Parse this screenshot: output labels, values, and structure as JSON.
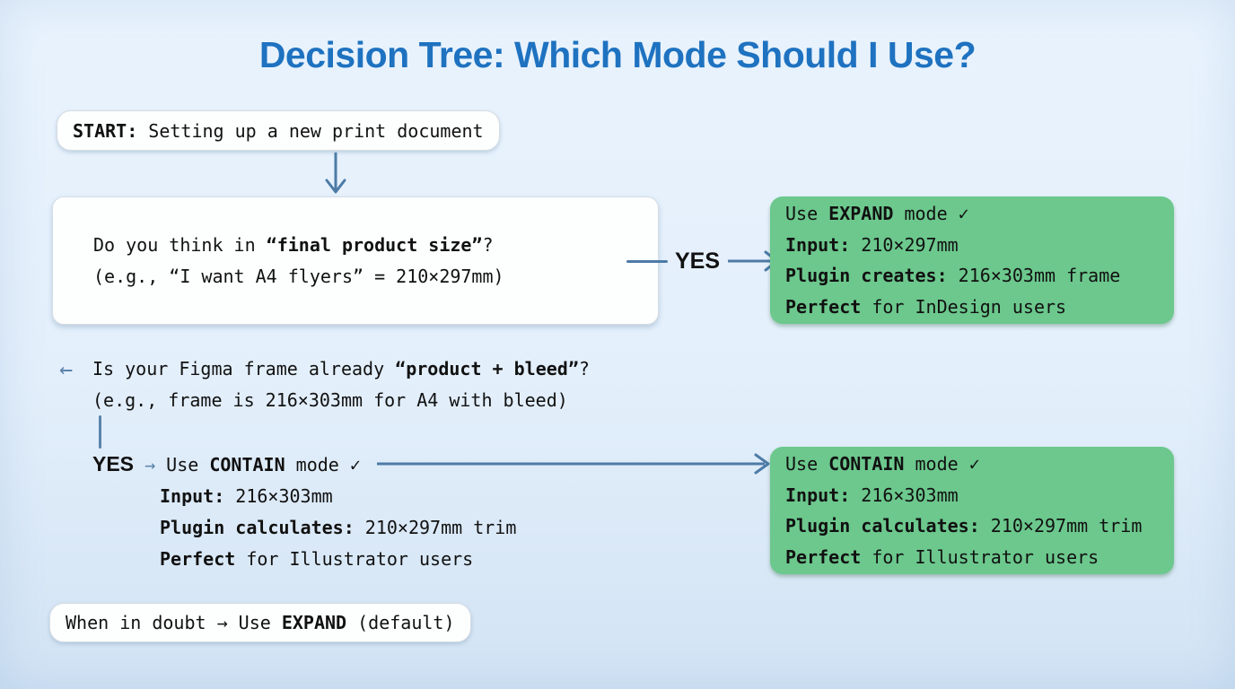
{
  "title": "Decision Tree: Which Mode Should I Use?",
  "colors": {
    "title_blue": "#1e72c0",
    "arrow_blue": "#4d7ba6",
    "result_green": "#6cc88d",
    "background_blue": "#e3effb"
  },
  "icons": {
    "left_arrow": "←",
    "right_arrow": "→",
    "check": "✓"
  },
  "start_box": {
    "label": "START:",
    "text": " Setting up a new print document"
  },
  "question_box": {
    "line1": {
      "pre": "Do you think in ",
      "bold": "“final product size”",
      "post": "?"
    },
    "line2": "(e.g., “I want A4 flyers” = 210×297mm)"
  },
  "yes_branch": {
    "label": "YES"
  },
  "expand_box": {
    "line1": {
      "pre": "Use ",
      "bold": "EXPAND",
      "post": " mode ✓"
    },
    "line2": {
      "bold": "Input:",
      "post": " 210×297mm"
    },
    "line3": {
      "bold": "Plugin creates:",
      "post": " 216×303mm frame"
    },
    "line4": {
      "bold": "Perfect",
      "post": " for InDesign users"
    }
  },
  "bleed_question": {
    "line1": {
      "pre": "Is your Figma frame already ",
      "bold": "“product + bleed”",
      "post": "?"
    },
    "line2": "(e.g., frame is 216×303mm for A4 with bleed)"
  },
  "contain_steps": {
    "yes_label": "YES",
    "arrow": " → ",
    "line1": {
      "pre": "Use ",
      "bold": "CONTAIN",
      "post": " mode ✓"
    },
    "line2": {
      "bold": "Input:",
      "post": " 216×303mm"
    },
    "line3": {
      "bold": "Plugin calculates:",
      "post": " 210×297mm trim"
    },
    "line4": {
      "bold": "Perfect",
      "post": " for Illustrator users"
    }
  },
  "contain_box": {
    "line1": {
      "pre": "Use ",
      "bold": "CONTAIN",
      "post": " mode ✓"
    },
    "line2": {
      "bold": "Input:",
      "post": " 216×303mm"
    },
    "line3": {
      "bold": "Plugin calculates:",
      "post": " 210×297mm trim"
    },
    "line4": {
      "bold": "Perfect",
      "post": " for Illustrator users"
    }
  },
  "default_note": {
    "pre": "When in doubt → Use ",
    "bold": "EXPAND",
    "post": " (default)"
  }
}
